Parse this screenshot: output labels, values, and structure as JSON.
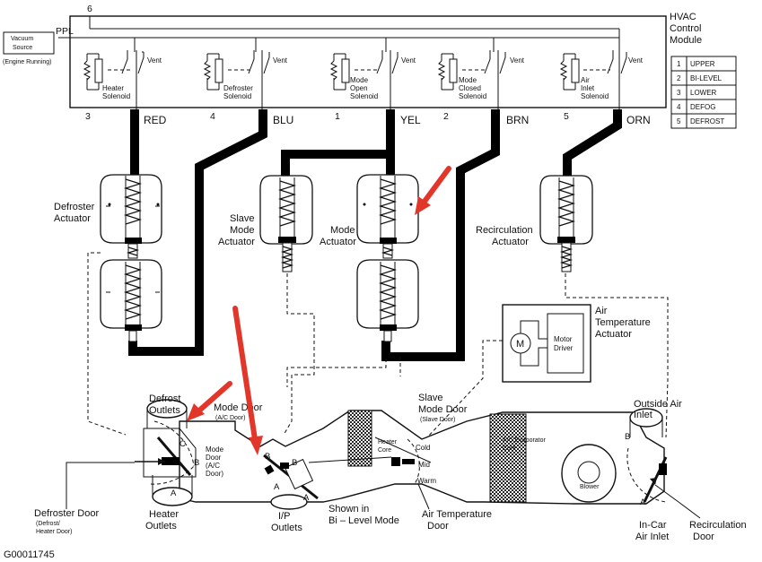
{
  "module": {
    "title_lines": [
      "HVAC",
      "Control",
      "Module"
    ],
    "ppl": "PPL",
    "bus_number": "6",
    "vacuum_source": [
      "Vacuum",
      "Source"
    ],
    "vacuum_note": "(Engine Running)",
    "vent": "Vent"
  },
  "solenoids": [
    {
      "number": "3",
      "label": [
        "Heater",
        "Solenoid"
      ],
      "hose": "RED"
    },
    {
      "number": "4",
      "label": [
        "Defroster",
        "Solenoid"
      ],
      "hose": "BLU"
    },
    {
      "number": "1",
      "label": [
        "Mode",
        "Open",
        "Solenoid"
      ],
      "hose": "YEL"
    },
    {
      "number": "2",
      "label": [
        "Mode",
        "Closed",
        "Solenoid"
      ],
      "hose": "BRN"
    },
    {
      "number": "5",
      "label": [
        "Air",
        "Inlet",
        "Solenoid"
      ],
      "hose": "ORN"
    }
  ],
  "legend": [
    {
      "n": "1",
      "label": "UPPER"
    },
    {
      "n": "2",
      "label": "BI-LEVEL"
    },
    {
      "n": "3",
      "label": "LOWER"
    },
    {
      "n": "4",
      "label": "DEFOG"
    },
    {
      "n": "5",
      "label": "DEFROST"
    }
  ],
  "actuators": {
    "defroster": [
      "Defroster",
      "Actuator"
    ],
    "slave_mode": [
      "Slave",
      "Mode",
      "Actuator"
    ],
    "mode": [
      "Mode",
      "Actuator"
    ],
    "recirculation": [
      "Recirculation",
      "Actuator"
    ],
    "air_temp": [
      "Air",
      "Temperature",
      "Actuator"
    ],
    "motor": "M",
    "motor_driver": [
      "Motor",
      "Driver"
    ]
  },
  "doors": {
    "defrost_outlets": [
      "Defrost",
      "Outlets"
    ],
    "mode_door_top": [
      "Mode Door",
      "(A/C Door)"
    ],
    "mode_door_left": [
      "Mode",
      "Door",
      "(A/C",
      "Door)"
    ],
    "slave_mode_door": [
      "Slave",
      "Mode Door",
      "(Slave Door)"
    ],
    "outside_air_inlet": [
      "Outside Air",
      "Inlet"
    ],
    "heater_core": [
      "Heater",
      "Core"
    ],
    "cold": "Cold",
    "mid": "Mid",
    "warm": "Warm",
    "evaporator": [
      "A/C Evaporator",
      "Core"
    ],
    "blower": "Blower",
    "defroster_door": [
      "Defroster Door",
      "(Defrost/",
      "Heater Door)"
    ],
    "heater_outlets": [
      "Heater",
      "Outlets"
    ],
    "ip_outlets": [
      "I/P",
      "Outlets"
    ],
    "shown_in": [
      "Shown in",
      "Bi – Level Mode"
    ],
    "air_temp_door": [
      "Air Temperature",
      "Door"
    ],
    "in_car_air_inlet": [
      "In-Car",
      "Air Inlet"
    ],
    "recirculation_door": [
      "Recirculation",
      "Door"
    ],
    "letters": {
      "a": "A",
      "b": "B",
      "c": "C"
    }
  },
  "figure_id": "G00011745"
}
